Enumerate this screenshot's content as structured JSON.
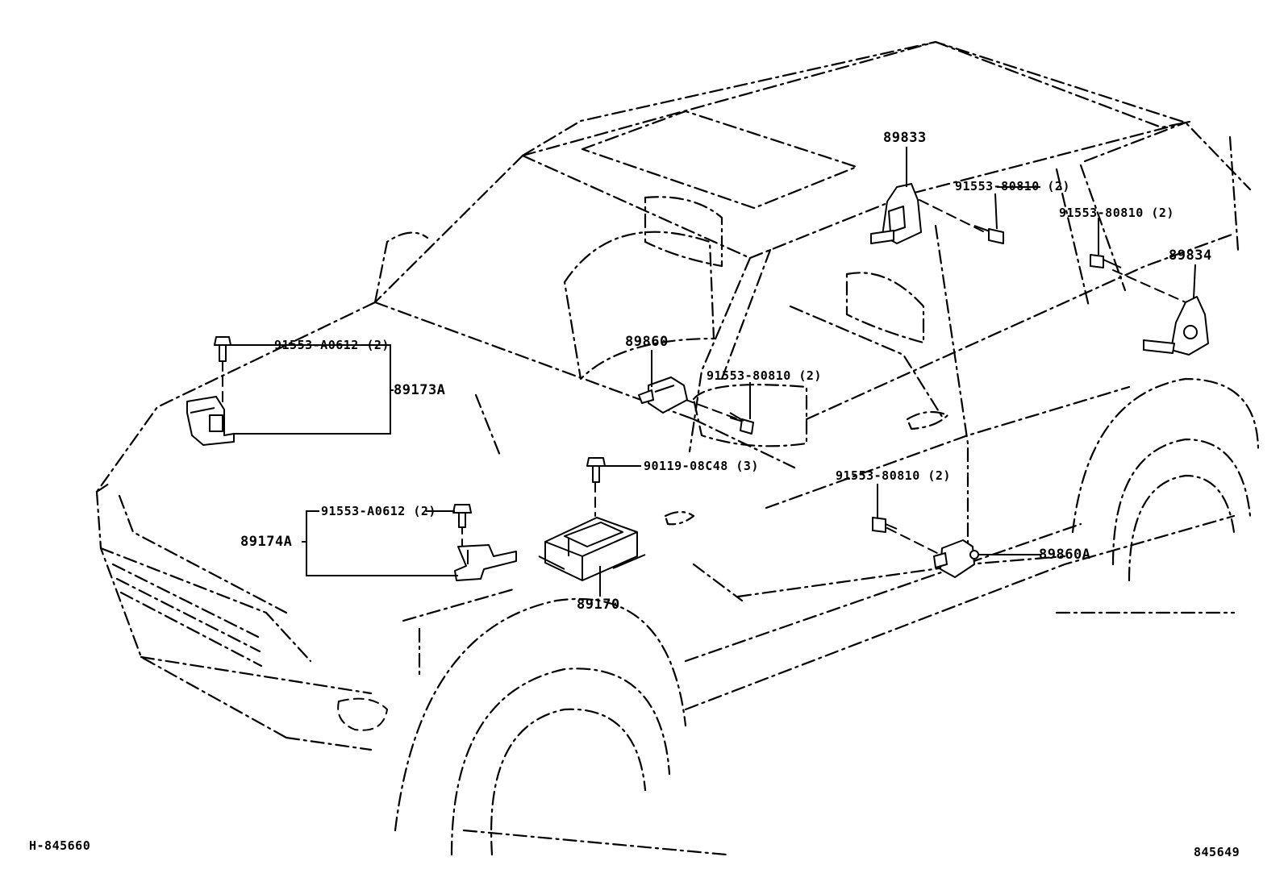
{
  "drawing_ref_left": "H-845660",
  "drawing_ref_right": "845649",
  "callouts": {
    "p89833": "89833",
    "p89834": "89834",
    "p89860": "89860",
    "p89860A": "89860A",
    "p89173A": "89173A",
    "p89174A": "89174A",
    "p89170": "89170",
    "bolt_80810_top": "91553-80810 (2)",
    "bolt_80810_right": "91553-80810 (2)",
    "bolt_80810_mid": "91553-80810 (2)",
    "bolt_80810_low": "91553-80810 (2)",
    "bolt_a0612_upper": "91553-A0612 (2)",
    "bolt_a0612_lower": "91553-A0612 (2)",
    "bolt_90119": "90119-08C48 (3)"
  }
}
